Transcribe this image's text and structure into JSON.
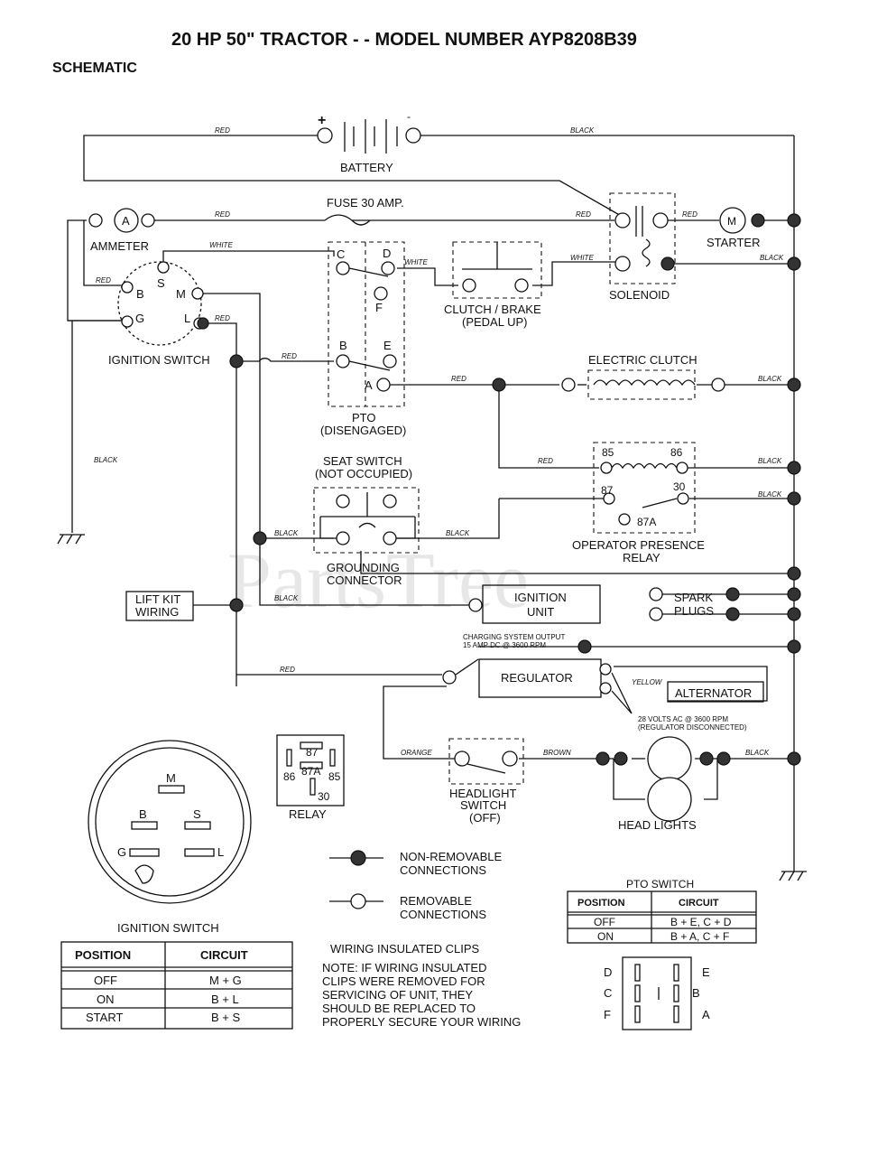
{
  "header": {
    "title": "20 HP 50\" TRACTOR - - MODEL NUMBER  AYP8208B39",
    "subtitle": "SCHEMATIC"
  },
  "watermark": "PartsTree",
  "wire_colors": {
    "red": "RED",
    "black": "BLACK",
    "white": "WHITE",
    "yellow": "YELLOW",
    "orange": "ORANGE",
    "brown": "BROWN"
  },
  "components": {
    "battery": "BATTERY",
    "battery_pos": "+",
    "battery_neg": "-",
    "fuse": "FUSE 30 AMP.",
    "ammeter": "AMMETER",
    "ammeter_symbol": "A",
    "starter": "STARTER",
    "starter_symbol": "M",
    "solenoid": "SOLENOID",
    "clutch_brake": [
      "CLUTCH / BRAKE",
      "(PEDAL UP)"
    ],
    "ignition_switch": "IGNITION SWITCH",
    "ign_terminals": {
      "B": "B",
      "S": "S",
      "M": "M",
      "G": "G",
      "L": "L"
    },
    "pto_terminals": {
      "C": "C",
      "D": "D",
      "F": "F",
      "B": "B",
      "E": "E",
      "A": "A"
    },
    "pto": [
      "PTO",
      "(DISENGAGED)"
    ],
    "electric_clutch": "ELECTRIC CLUTCH",
    "seat_switch": [
      "SEAT SWITCH",
      "(NOT OCCUPIED)"
    ],
    "grounding_connector": [
      "GROUNDING",
      "CONNECTOR"
    ],
    "relay_terminals": {
      "t85": "85",
      "t86": "86",
      "t87": "87",
      "t30": "30",
      "t87a": "87A"
    },
    "operator_presence_relay": [
      "OPERATOR PRESENCE",
      "RELAY"
    ],
    "lift_kit": [
      "LIFT KIT",
      "WIRING"
    ],
    "ignition_unit": [
      "IGNITION",
      "UNIT"
    ],
    "spark_plugs": [
      "SPARK",
      "PLUGS"
    ],
    "charging_note": [
      "CHARGING SYSTEM OUTPUT",
      "15 AMP DC @ 3600 RPM"
    ],
    "regulator": "REGULATOR",
    "alternator": "ALTERNATOR",
    "alternator_note": [
      "28 VOLTS AC @ 3600 RPM",
      "(REGULATOR DISCONNECTED)"
    ],
    "headlight_switch": [
      "HEADLIGHT",
      "SWITCH",
      "(OFF)"
    ],
    "head_lights": "HEAD LIGHTS"
  },
  "relay_inset": {
    "caption": "RELAY",
    "pins": {
      "p87": "87",
      "p87a": "87A",
      "p86": "86",
      "p85": "85",
      "p30": "30"
    }
  },
  "ignition_switch_inset": {
    "caption": "IGNITION SWITCH",
    "pins": {
      "M": "M",
      "B": "B",
      "S": "S",
      "G": "G",
      "L": "L"
    }
  },
  "legend": {
    "non_removable": [
      "NON-REMOVABLE",
      "CONNECTIONS"
    ],
    "removable": [
      "REMOVABLE",
      "CONNECTIONS"
    ]
  },
  "note": {
    "heading": "WIRING INSULATED CLIPS",
    "lines": [
      "NOTE: IF WIRING INSULATED",
      "CLIPS WERE REMOVED FOR",
      "SERVICING OF UNIT, THEY",
      "SHOULD BE REPLACED TO",
      "PROPERLY SECURE YOUR WIRING"
    ]
  },
  "ignition_table": {
    "headers": [
      "POSITION",
      "CIRCUIT"
    ],
    "rows": [
      [
        "OFF",
        "M + G"
      ],
      [
        "ON",
        "B + L"
      ],
      [
        "START",
        "B + S"
      ]
    ]
  },
  "pto_table": {
    "caption": "PTO SWITCH",
    "headers": [
      "POSITION",
      "CIRCUIT"
    ],
    "rows": [
      [
        "OFF",
        "B + E, C + D"
      ],
      [
        "ON",
        "B + A, C + F"
      ]
    ]
  },
  "pto_connector": {
    "left": [
      "D",
      "C",
      "F"
    ],
    "right": [
      "E",
      "B",
      "A"
    ]
  }
}
